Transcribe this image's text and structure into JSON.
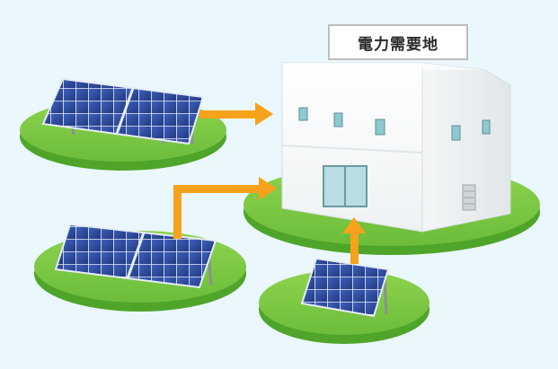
{
  "building": {
    "label": "電力需要地"
  },
  "colors": {
    "background": "#eaf7fc",
    "grass": "#7ac943",
    "grass_edge": "#4fa52a",
    "arrow": "#f7a21b",
    "panel": "#2f4fa0",
    "building": "#ffffff"
  },
  "icons": [
    "solar-panel",
    "building",
    "arrow"
  ]
}
